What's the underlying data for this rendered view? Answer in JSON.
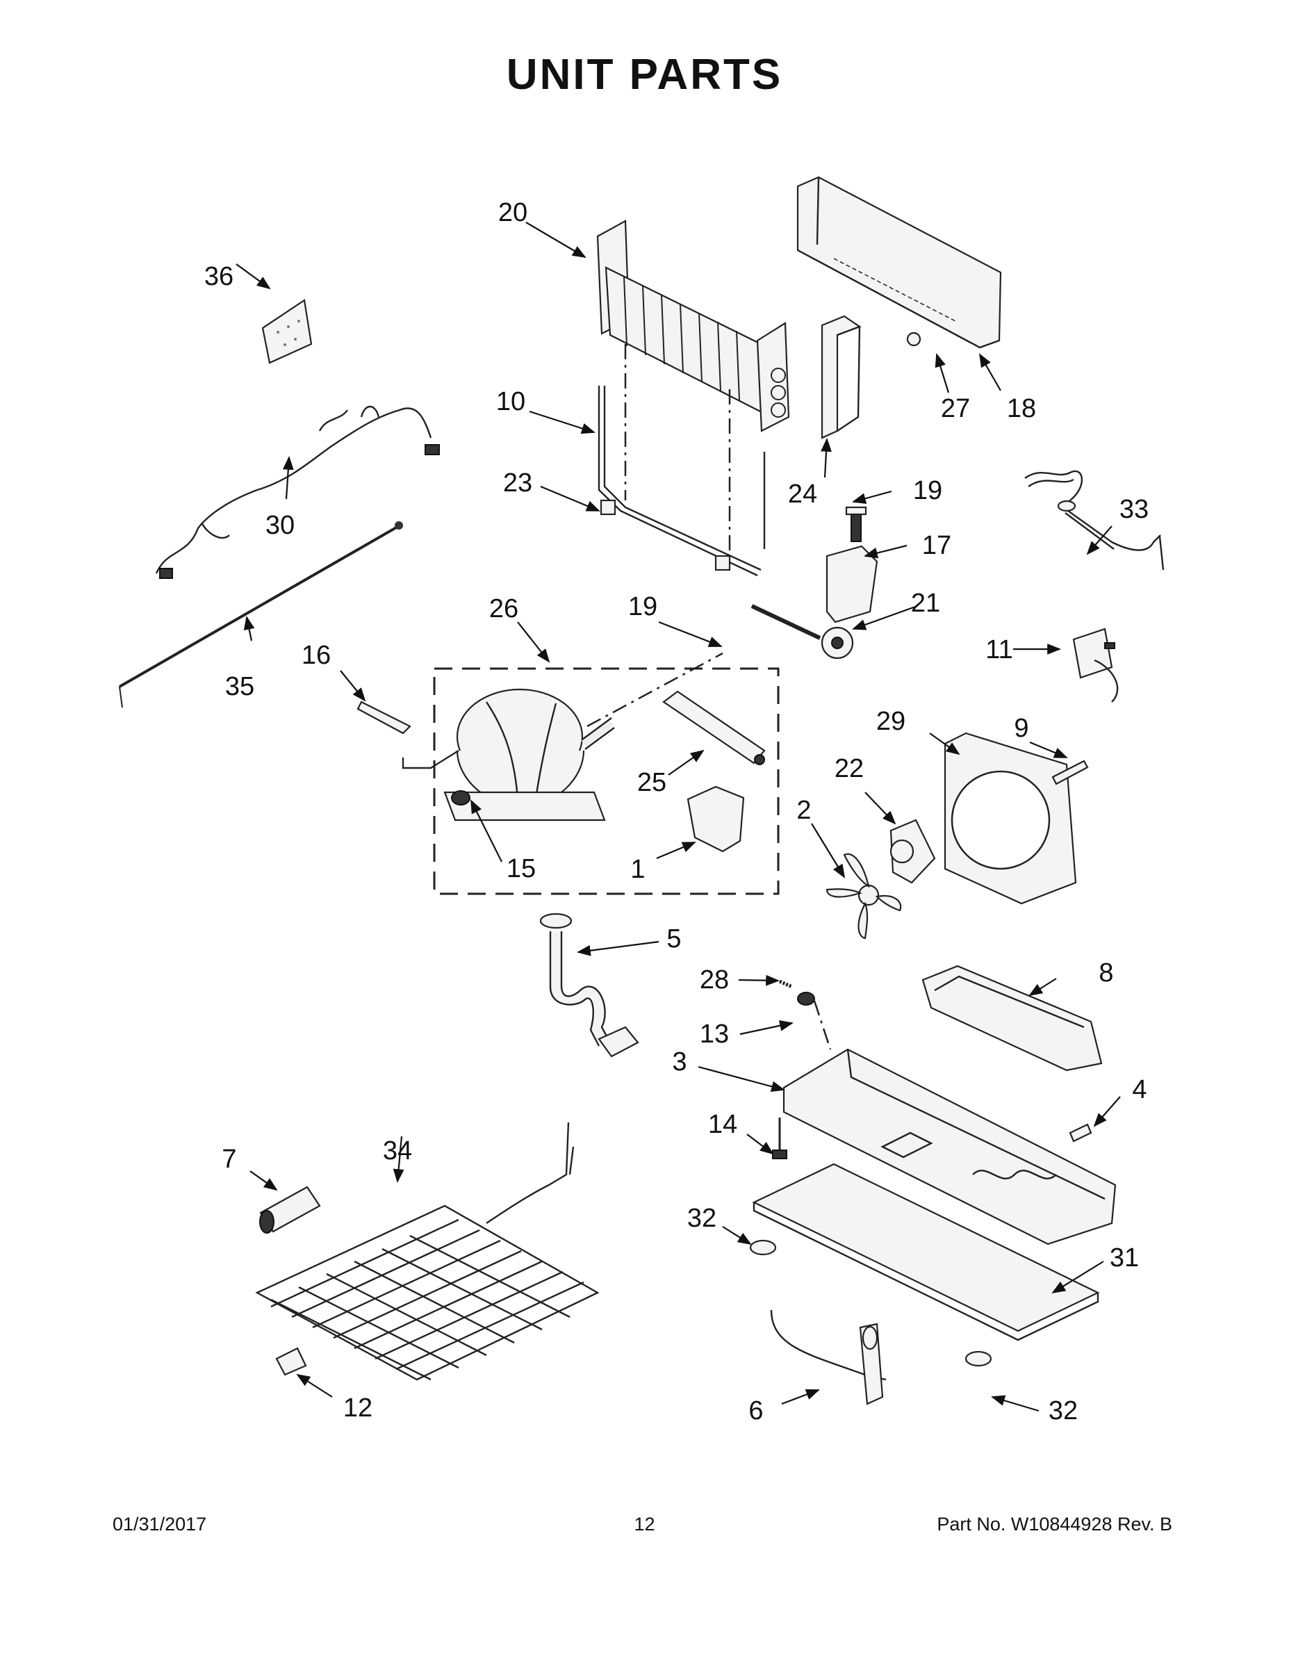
{
  "title": "UNIT PARTS",
  "footer": {
    "date": "01/31/2017",
    "page": "12",
    "part_number": "Part No.  W10844928  Rev.  B"
  },
  "callouts": {
    "c1": "1",
    "c2": "2",
    "c3": "3",
    "c4": "4",
    "c5": "5",
    "c6": "6",
    "c7": "7",
    "c8": "8",
    "c9": "9",
    "c10": "10",
    "c11": "11",
    "c12": "12",
    "c13": "13",
    "c14": "14",
    "c15": "15",
    "c16": "16",
    "c17": "17",
    "c18": "18",
    "c19a": "19",
    "c19b": "19",
    "c20": "20",
    "c21": "21",
    "c22": "22",
    "c23": "23",
    "c24": "24",
    "c25": "25",
    "c26": "26",
    "c27": "27",
    "c28": "28",
    "c29": "29",
    "c30": "30",
    "c31": "31",
    "c32a": "32",
    "c32b": "32",
    "c33": "33",
    "c34": "34",
    "c35": "35",
    "c36": "36"
  }
}
